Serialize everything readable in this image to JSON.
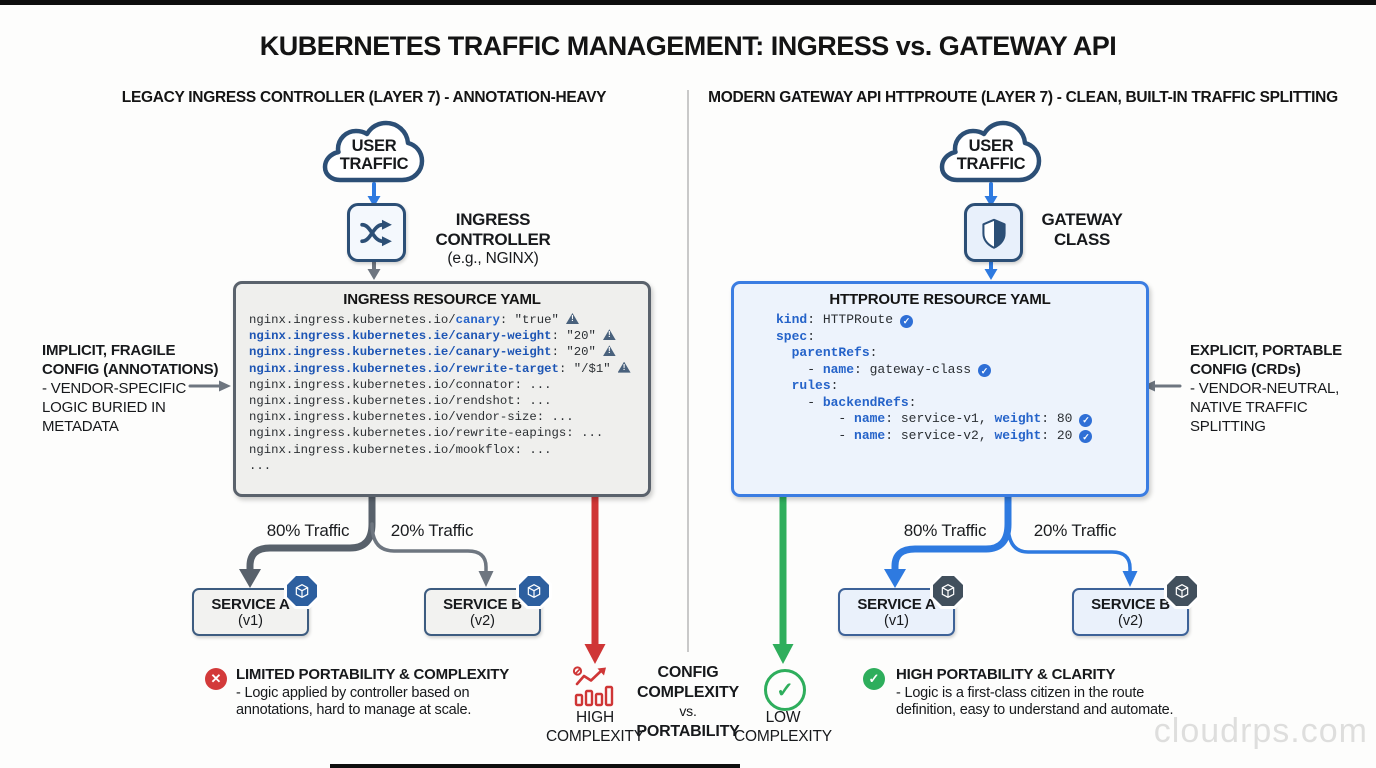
{
  "title": "KUBERNETES TRAFFIC MANAGEMENT: INGRESS vs. GATEWAY API",
  "watermark": "cloudrps.com",
  "colors": {
    "navy": "#2c4f76",
    "blue_arrow": "#2e7ae0",
    "gray_arrow": "#6e7680",
    "dark_gray_arrow": "#58616b",
    "red": "#cf3636",
    "green": "#2fae5c",
    "yaml_key_blue": "#2563c9",
    "left_box_border": "#5a626c",
    "right_box_border": "#3b7de2"
  },
  "left": {
    "header": "LEGACY INGRESS CONTROLLER (LAYER 7) - ANNOTATION-HEAVY",
    "cloud": {
      "line1": "USER",
      "line2": "TRAFFIC"
    },
    "node": {
      "title": "INGRESS CONTROLLER",
      "subtitle": "(e.g., NGINX)"
    },
    "yaml": {
      "title": "INGRESS RESOURCE YAML",
      "lines": [
        {
          "segs": [
            [
              "nginx.ingress.kubernetes.io/",
              "p"
            ],
            [
              "canary",
              "k"
            ],
            [
              ": \"true\"",
              "p"
            ]
          ],
          "icon": "warn"
        },
        {
          "segs": [
            [
              "nginx.ingress.kubernetes.ie/canary-weight",
              "b"
            ],
            [
              ": \"20\"",
              "p"
            ]
          ],
          "icon": "warn"
        },
        {
          "segs": [
            [
              "nginx.ingress.kubernetes.ie/canary-weight",
              "b"
            ],
            [
              ": \"20\"",
              "p"
            ]
          ],
          "icon": "warn"
        },
        {
          "segs": [
            [
              "nginx.ingress.kubernetes.io/rewrite-target",
              "b"
            ],
            [
              ": \"/$1\"",
              "p"
            ]
          ],
          "icon": "warn"
        },
        {
          "segs": [
            [
              "nginx.ingress.kubernetes.io/connator: ...",
              "p"
            ]
          ]
        },
        {
          "segs": [
            [
              "nginx.ingress.kubernetes.io/rendshot: ...",
              "p"
            ]
          ]
        },
        {
          "segs": [
            [
              "nginx.ingress.kubernetes.io/vendor-size: ...",
              "p"
            ]
          ]
        },
        {
          "segs": [
            [
              "nginx.ingress.kubernetes.io/rewrite-eapings: ...",
              "p"
            ]
          ]
        },
        {
          "segs": [
            [
              "nginx.ingress.kubernetes.io/mookflox: ...",
              "p"
            ]
          ]
        },
        {
          "segs": [
            [
              "...",
              "p"
            ]
          ]
        }
      ]
    },
    "annotation": {
      "bold_lines": [
        "IMPLICIT, FRAGILE",
        "CONFIG (ANNOTATIONS)"
      ],
      "lines": [
        "- VENDOR-SPECIFIC",
        "LOGIC BURIED IN",
        "METADATA"
      ]
    },
    "traffic_a": "80% Traffic",
    "traffic_b": "20% Traffic",
    "service_a": {
      "name": "SERVICE A",
      "version": "(v1)"
    },
    "service_b": {
      "name": "SERVICE B",
      "version": "(v2)"
    },
    "callout": {
      "title": "LIMITED PORTABILITY & COMPLEXITY",
      "lines": [
        "- Logic applied by controller based on",
        "annotations, hard to manage at scale."
      ]
    }
  },
  "right": {
    "header": "MODERN GATEWAY API HTTPROUTE (LAYER 7) - CLEAN, BUILT-IN TRAFFIC SPLITTING",
    "cloud": {
      "line1": "USER",
      "line2": "TRAFFIC"
    },
    "node": {
      "title1": "GATEWAY",
      "title2": "CLASS"
    },
    "yaml": {
      "title": "HTTPROUTE RESOURCE YAML",
      "lines": [
        {
          "segs": [
            [
              "kind",
              "k"
            ],
            [
              ": HTTPRoute",
              "p"
            ]
          ],
          "icon": "check"
        },
        {
          "segs": [
            [
              "spec",
              "k"
            ],
            [
              ":",
              "p"
            ]
          ]
        },
        {
          "segs": [
            [
              "  ",
              "p"
            ],
            [
              "parentRefs",
              "k"
            ],
            [
              ":",
              "p"
            ]
          ]
        },
        {
          "segs": [
            [
              "    - ",
              "p"
            ],
            [
              "name",
              "k"
            ],
            [
              ": gateway-class",
              "p"
            ]
          ],
          "icon": "check"
        },
        {
          "segs": [
            [
              "  ",
              "p"
            ],
            [
              "rules",
              "k"
            ],
            [
              ":",
              "p"
            ]
          ]
        },
        {
          "segs": [
            [
              "    - ",
              "p"
            ],
            [
              "backendRefs",
              "k"
            ],
            [
              ":",
              "p"
            ]
          ]
        },
        {
          "segs": [
            [
              "        - ",
              "p"
            ],
            [
              "name",
              "k"
            ],
            [
              ": service-v1, ",
              "p"
            ],
            [
              "weight",
              "k"
            ],
            [
              ": 80",
              "p"
            ]
          ],
          "icon": "check"
        },
        {
          "segs": [
            [
              "        - ",
              "p"
            ],
            [
              "name",
              "k"
            ],
            [
              ": service-v2, ",
              "p"
            ],
            [
              "weight",
              "k"
            ],
            [
              ": 20",
              "p"
            ]
          ],
          "icon": "check"
        }
      ]
    },
    "annotation": {
      "bold_lines": [
        "EXPLICIT, PORTABLE",
        "CONFIG (CRDs)"
      ],
      "lines": [
        "- VENDOR-NEUTRAL,",
        "NATIVE TRAFFIC",
        "SPLITTING"
      ]
    },
    "traffic_a": "80% Traffic",
    "traffic_b": "20% Traffic",
    "service_a": {
      "name": "SERVICE A",
      "version": "(v1)"
    },
    "service_b": {
      "name": "SERVICE B",
      "version": "(v2)"
    },
    "callout": {
      "title": "HIGH PORTABILITY & CLARITY",
      "lines": [
        "- Logic is a first-class citizen in the route",
        "definition, easy to understand and automate."
      ]
    }
  },
  "center": {
    "high_lines": [
      "HIGH",
      "COMPLEXITY"
    ],
    "config_lines": [
      "CONFIG",
      "COMPLEXITY"
    ],
    "vs": "vs.",
    "portability": "PORTABILITY",
    "low_lines": [
      "LOW",
      "COMPLEXITY"
    ]
  }
}
